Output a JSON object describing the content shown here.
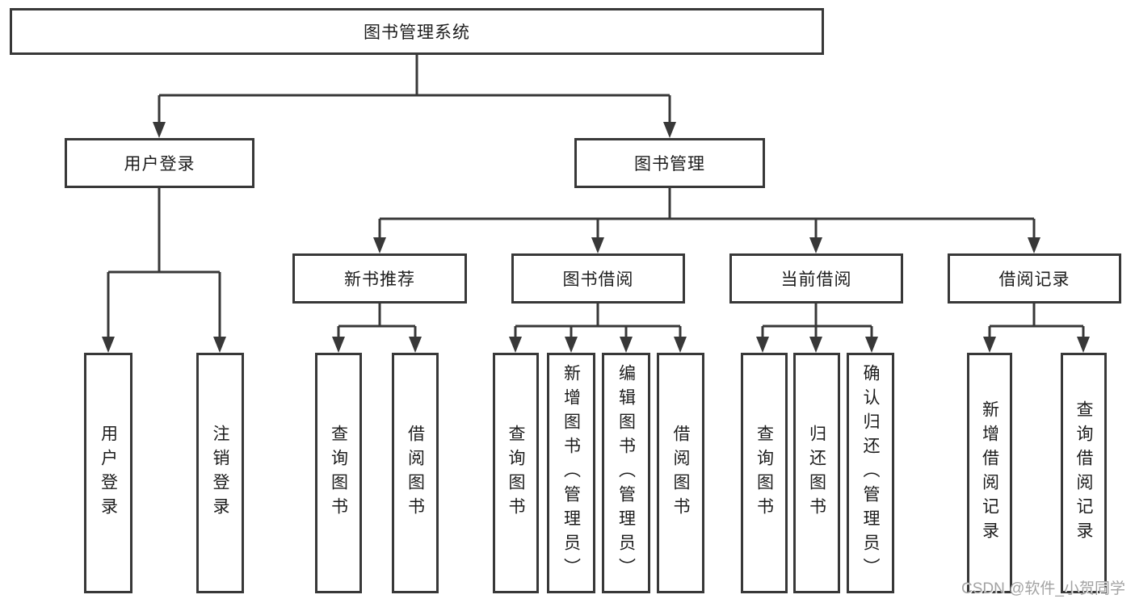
{
  "diagram": {
    "title": "图书管理系统",
    "branches": [
      {
        "label": "用户登录",
        "leaves": [
          "用户登录",
          "注销登录"
        ]
      },
      {
        "label": "图书管理",
        "sections": [
          {
            "label": "新书推荐",
            "leaves": [
              "查询图书",
              "借阅图书"
            ]
          },
          {
            "label": "图书借阅",
            "leaves": [
              "查询图书",
              "新增图书（管理员）",
              "编辑图书（管理员）",
              "借阅图书"
            ]
          },
          {
            "label": "当前借阅",
            "leaves": [
              "查询图书",
              "归还图书",
              "确认归还（管理员）"
            ]
          },
          {
            "label": "借阅记录",
            "leaves": [
              "新增借阅记录",
              "查询借阅记录"
            ]
          }
        ]
      }
    ],
    "colors": {
      "line": "#383838",
      "text": "#1c1c1c",
      "background": "#ffffff",
      "watermark": "#a3a3a3"
    }
  },
  "watermark": {
    "text": "CSDN @软件_小贺同学"
  }
}
